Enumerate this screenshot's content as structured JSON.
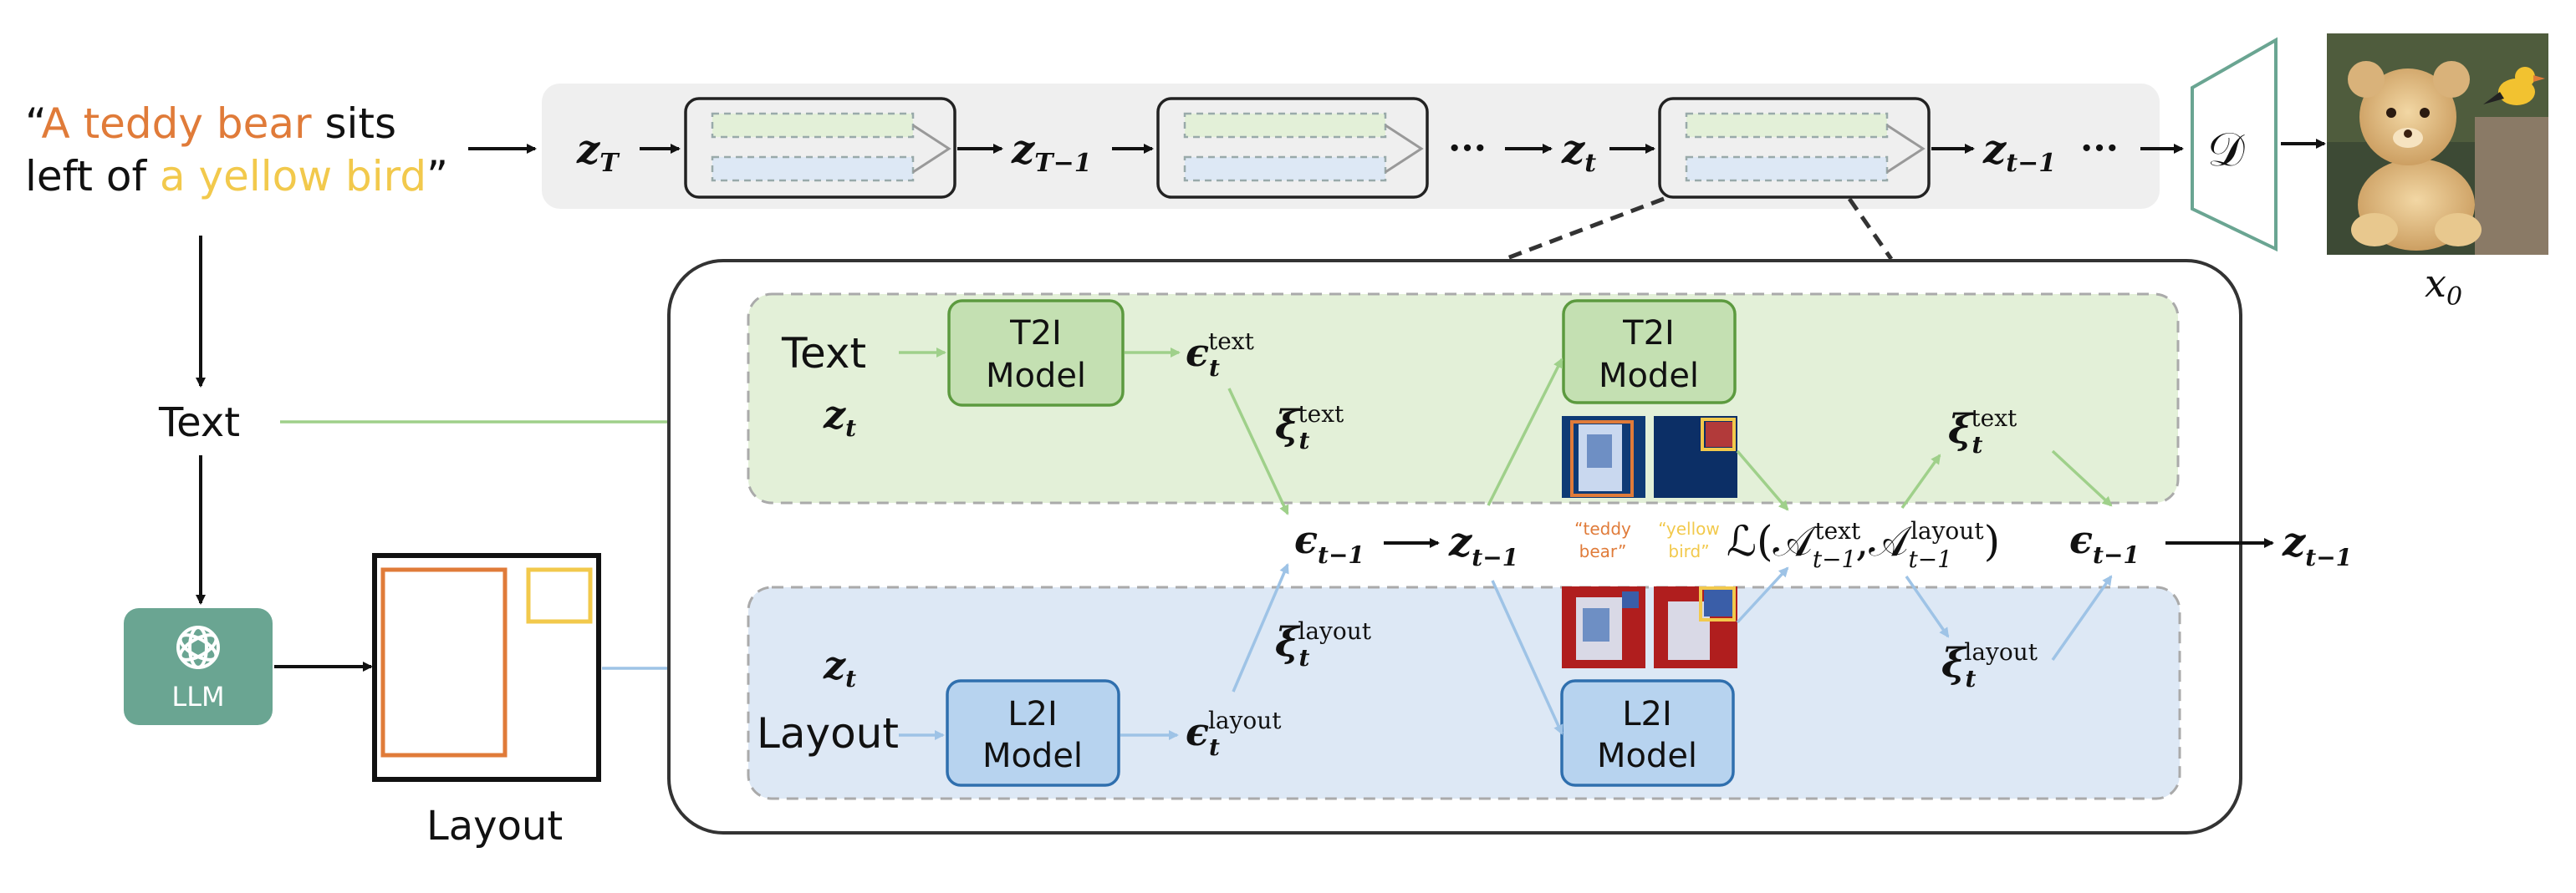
{
  "prompt": {
    "open_quote": "“",
    "part1": "A teddy bear",
    "part2": " sits",
    "line2_a": "left of ",
    "part3": "a yellow bird",
    "close_quote": "”"
  },
  "chain": {
    "z_T_base": "z",
    "z_T_sub": "T",
    "z_T1_base": "z",
    "z_T1_sub": "T−1",
    "ellipsis": "···",
    "z_t_base": "z",
    "z_t_sub": "t",
    "z_t1_base": "z",
    "z_t1_sub": "t−1",
    "ellipsis2": "···",
    "decoder": "𝒟",
    "x0_base": "x",
    "x0_sub": "0"
  },
  "left": {
    "text_label": "Text",
    "llm_label": "LLM",
    "layout_label": "Layout"
  },
  "green": {
    "text_label": "Text",
    "zt_base": "z",
    "zt_sub": "t",
    "t2i_line1": "T2I",
    "t2i_line2": "Model",
    "eps_base": "ϵ",
    "eps_sub": "t",
    "eps_sup": "text",
    "xi_base": "ξ",
    "xi_sub": "t",
    "xi_sup": "text",
    "t2i2_line1": "T2I",
    "t2i2_line2": "Model",
    "xi2_base": "ξ",
    "xi2_sub": "t",
    "xi2_sup": "text"
  },
  "middle": {
    "eps_base": "ϵ",
    "eps_sub": "t−1",
    "z_base": "z",
    "z_sub": "t−1",
    "teddy_line1": "“teddy",
    "teddy_line2": "bear”",
    "bird_line1": "“yellow",
    "bird_line2": "bird”",
    "loss_text": "ℒ(𝒜",
    "loss_sub1": "t−1",
    "loss_sup1": "text",
    "loss_mid": ",𝒜",
    "loss_sub2": "t−1",
    "loss_sup2": "layout",
    "loss_close": ")",
    "eps2_base": "ϵ",
    "eps2_sub": "t−1",
    "zout_base": "z",
    "zout_sub": "t−1"
  },
  "blue": {
    "zt_base": "z",
    "zt_sub": "t",
    "layout_label": "Layout",
    "l2i_line1": "L2I",
    "l2i_line2": "Model",
    "eps_base": "ϵ",
    "eps_sub": "t",
    "eps_sup": "layout",
    "xi_base": "ξ",
    "xi_sub": "t",
    "xi_sup": "layout",
    "l2i2_line1": "L2I",
    "l2i2_line2": "Model",
    "xi2_base": "ξ",
    "xi2_sub": "t",
    "xi2_sup": "layout"
  },
  "colors": {
    "orange": "#e07b39",
    "yellow": "#f2c94c",
    "green_fill": "#e3f0d8",
    "green_box": "#c4e0b2",
    "green_stroke": "#5c9a3f",
    "green_arrow": "#9fd08a",
    "blue_fill": "#dde8f5",
    "blue_box": "#b7d3ef",
    "blue_stroke": "#2f6fae",
    "blue_arrow": "#9ec3e6",
    "llm_fill": "#6aa592",
    "decoder_stroke": "#6aa592"
  }
}
